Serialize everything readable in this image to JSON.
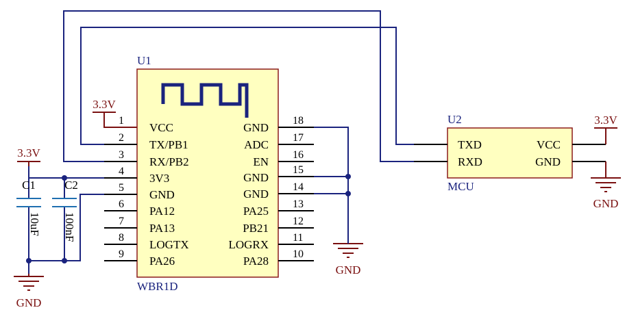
{
  "u1": {
    "designator": "U1",
    "value": "WBR1D",
    "left_pins": [
      {
        "num": "1",
        "name": "VCC"
      },
      {
        "num": "2",
        "name": "TX/PB1"
      },
      {
        "num": "3",
        "name": "RX/PB2"
      },
      {
        "num": "4",
        "name": "3V3"
      },
      {
        "num": "5",
        "name": "GND"
      },
      {
        "num": "6",
        "name": "PA12"
      },
      {
        "num": "7",
        "name": "PA13"
      },
      {
        "num": "8",
        "name": "LOGTX"
      },
      {
        "num": "9",
        "name": "PA26"
      }
    ],
    "right_pins": [
      {
        "num": "18",
        "name": "GND"
      },
      {
        "num": "17",
        "name": "ADC"
      },
      {
        "num": "16",
        "name": "EN"
      },
      {
        "num": "15",
        "name": "GND"
      },
      {
        "num": "14",
        "name": "GND"
      },
      {
        "num": "13",
        "name": "PA25"
      },
      {
        "num": "12",
        "name": "PB21"
      },
      {
        "num": "11",
        "name": "LOGRX"
      },
      {
        "num": "10",
        "name": "PA28"
      }
    ]
  },
  "u2": {
    "designator": "U2",
    "value": "MCU",
    "left_pins": [
      "TXD",
      "RXD"
    ],
    "right_pins": [
      "VCC",
      "GND"
    ]
  },
  "caps": [
    {
      "designator": "C1",
      "value": "10uF"
    },
    {
      "designator": "C2",
      "value": "100nF"
    }
  ],
  "power": {
    "vcc_label": "3.3V",
    "gnd_label": "GND"
  },
  "colors": {
    "wire": "#1a237e",
    "power": "#7a1010",
    "component_fill": "#ffffc0",
    "component_border": "#8b1a1a",
    "capacitor": "#1e6fb0"
  }
}
